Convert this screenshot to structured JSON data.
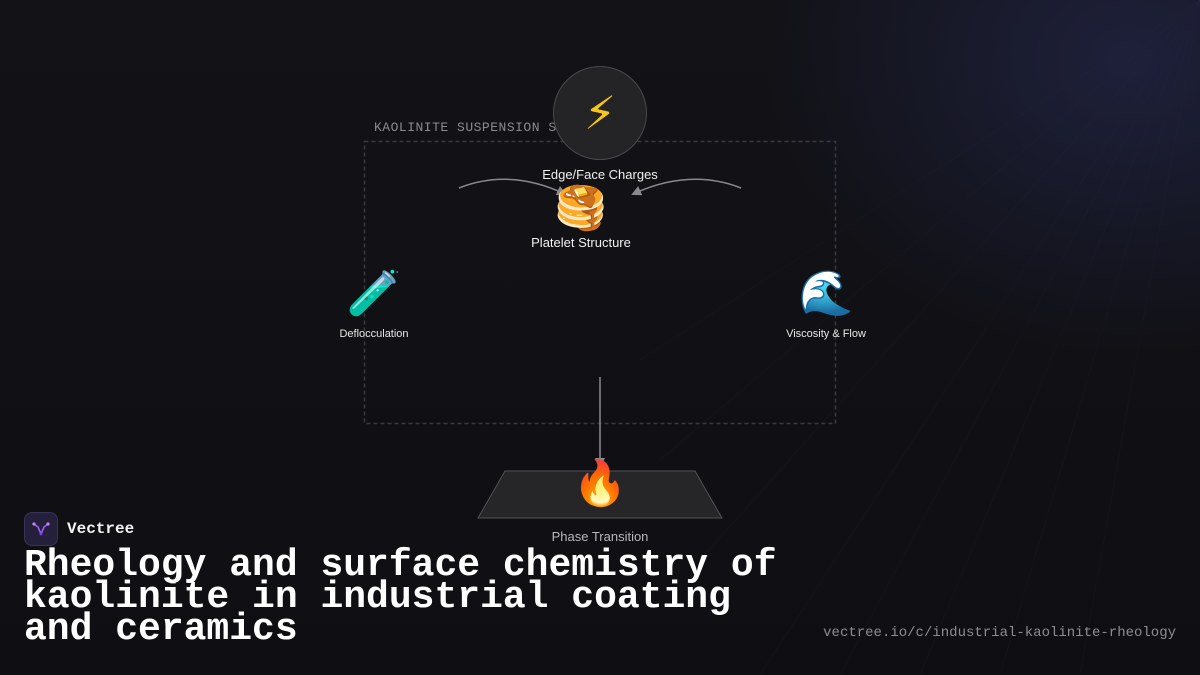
{
  "diagram": {
    "scope_label": "KAOLINITE SUSPENSION SC",
    "nodes": {
      "charges": {
        "icon": "lightning-bolt-icon",
        "glyph": "⚡",
        "label": "Edge/Face Charges"
      },
      "platelet": {
        "icon": "pancake-stack-icon",
        "glyph": "🥞",
        "label": "Platelet Structure"
      },
      "deflocculation": {
        "icon": "test-tube-icon",
        "glyph": "🧪",
        "label": "Deflocculation"
      },
      "viscosity": {
        "icon": "water-wave-icon",
        "glyph": "🌊",
        "label": "Viscosity & Flow"
      },
      "phase": {
        "icon": "fire-icon",
        "glyph": "🔥",
        "label": "Phase Transition"
      }
    }
  },
  "brand": {
    "name": "Vectree",
    "logo_icon": "vectree-logo-icon"
  },
  "headline": "Rheology and surface chemistry of kaolinite in industrial coating and ceramics",
  "url": "vectree.io/c/industrial-kaolinite-rheology",
  "colors": {
    "background": "#111116",
    "accent_glow": "#282c58",
    "logo_purple": "#9b5cf6",
    "bolt_yellow": "#f5c518"
  }
}
